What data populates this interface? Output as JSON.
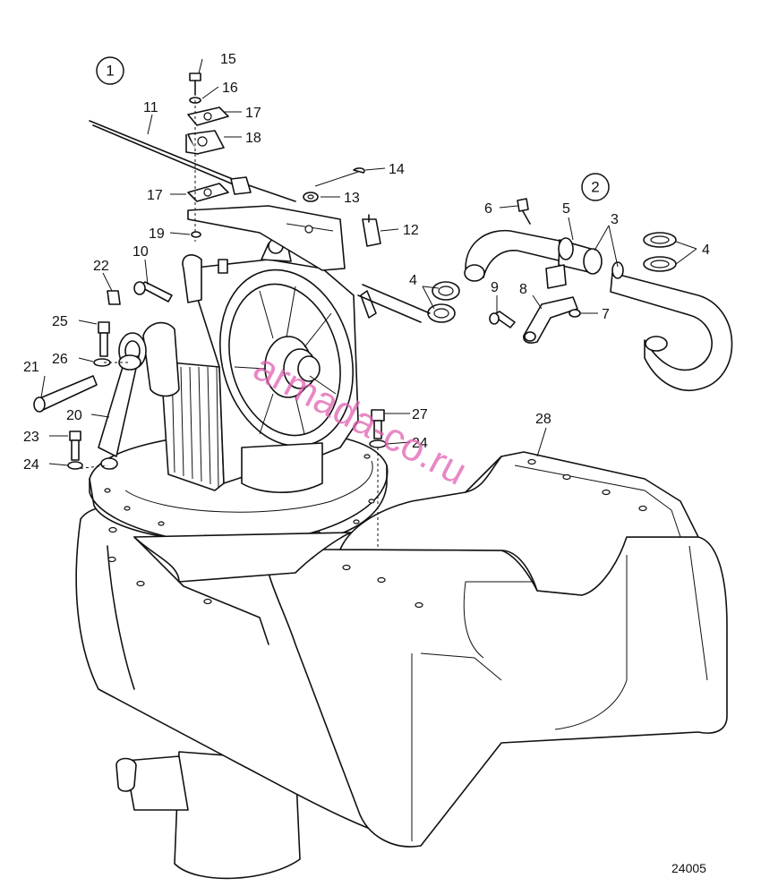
{
  "figure_number": "24005",
  "watermark": "armada-co.ru",
  "group_markers": [
    "1",
    "2"
  ],
  "callouts": {
    "c3": "3",
    "c4a": "4",
    "c4b": "4",
    "c5": "5",
    "c6": "6",
    "c7": "7",
    "c8": "8",
    "c9": "9",
    "c10": "10",
    "c11": "11",
    "c12": "12",
    "c13": "13",
    "c14": "14",
    "c15": "15",
    "c16": "16",
    "c17a": "17",
    "c17b": "17",
    "c18": "18",
    "c19": "19",
    "c20": "20",
    "c21": "21",
    "c22": "22",
    "c23": "23",
    "c24a": "24",
    "c24b": "24",
    "c25": "25",
    "c26": "26",
    "c27": "27",
    "c28": "28"
  }
}
